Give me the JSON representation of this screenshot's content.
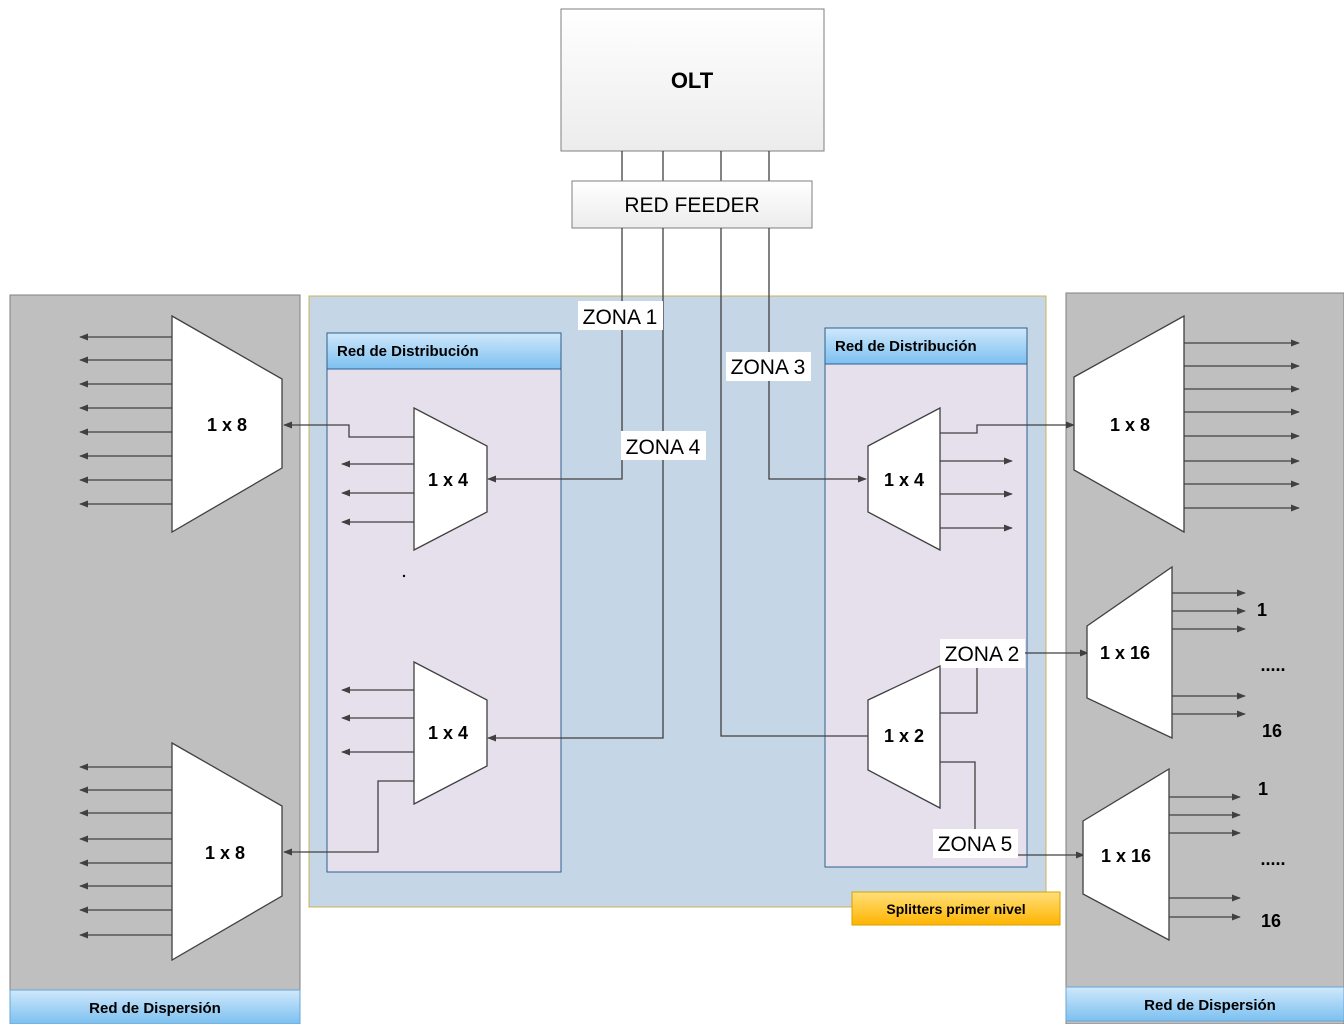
{
  "olt": {
    "label": "OLT"
  },
  "feeder": {
    "label": "RED FEEDER"
  },
  "zones": {
    "z1": "ZONA 1",
    "z2": "ZONA 2",
    "z3": "ZONA 3",
    "z4": "ZONA 4",
    "z5": "ZONA 5"
  },
  "first_level": {
    "label": "Splitters primer nivel"
  },
  "distribution": {
    "left_title": "Red de Distribución",
    "right_title": "Red de Distribución"
  },
  "dispersion": {
    "left_label": "Red de Dispersión",
    "right_label": "Red de Dispersión"
  },
  "splitters": {
    "left_top_8": "1 x 8",
    "left_bottom_8": "1 x 8",
    "mid_left_top_4": "1 x 4",
    "mid_left_bottom_4": "1 x 4",
    "mid_right_top_4": "1 x 4",
    "mid_right_bottom_2": "1 x 2",
    "right_top_8": "1 x 8",
    "right_mid_16": "1 x 16",
    "right_bottom_16": "1 x 16"
  },
  "port_labels": {
    "first": "1",
    "ellipsis": ".....",
    "last": "16"
  },
  "colors": {
    "dispersion_bg": "#bfbfbf",
    "first_level_bg": "#c5d6e6",
    "distribution_bg": "#e6e0ec",
    "header_blue": "#9ccff5",
    "badge_gold": "#ffc000"
  }
}
